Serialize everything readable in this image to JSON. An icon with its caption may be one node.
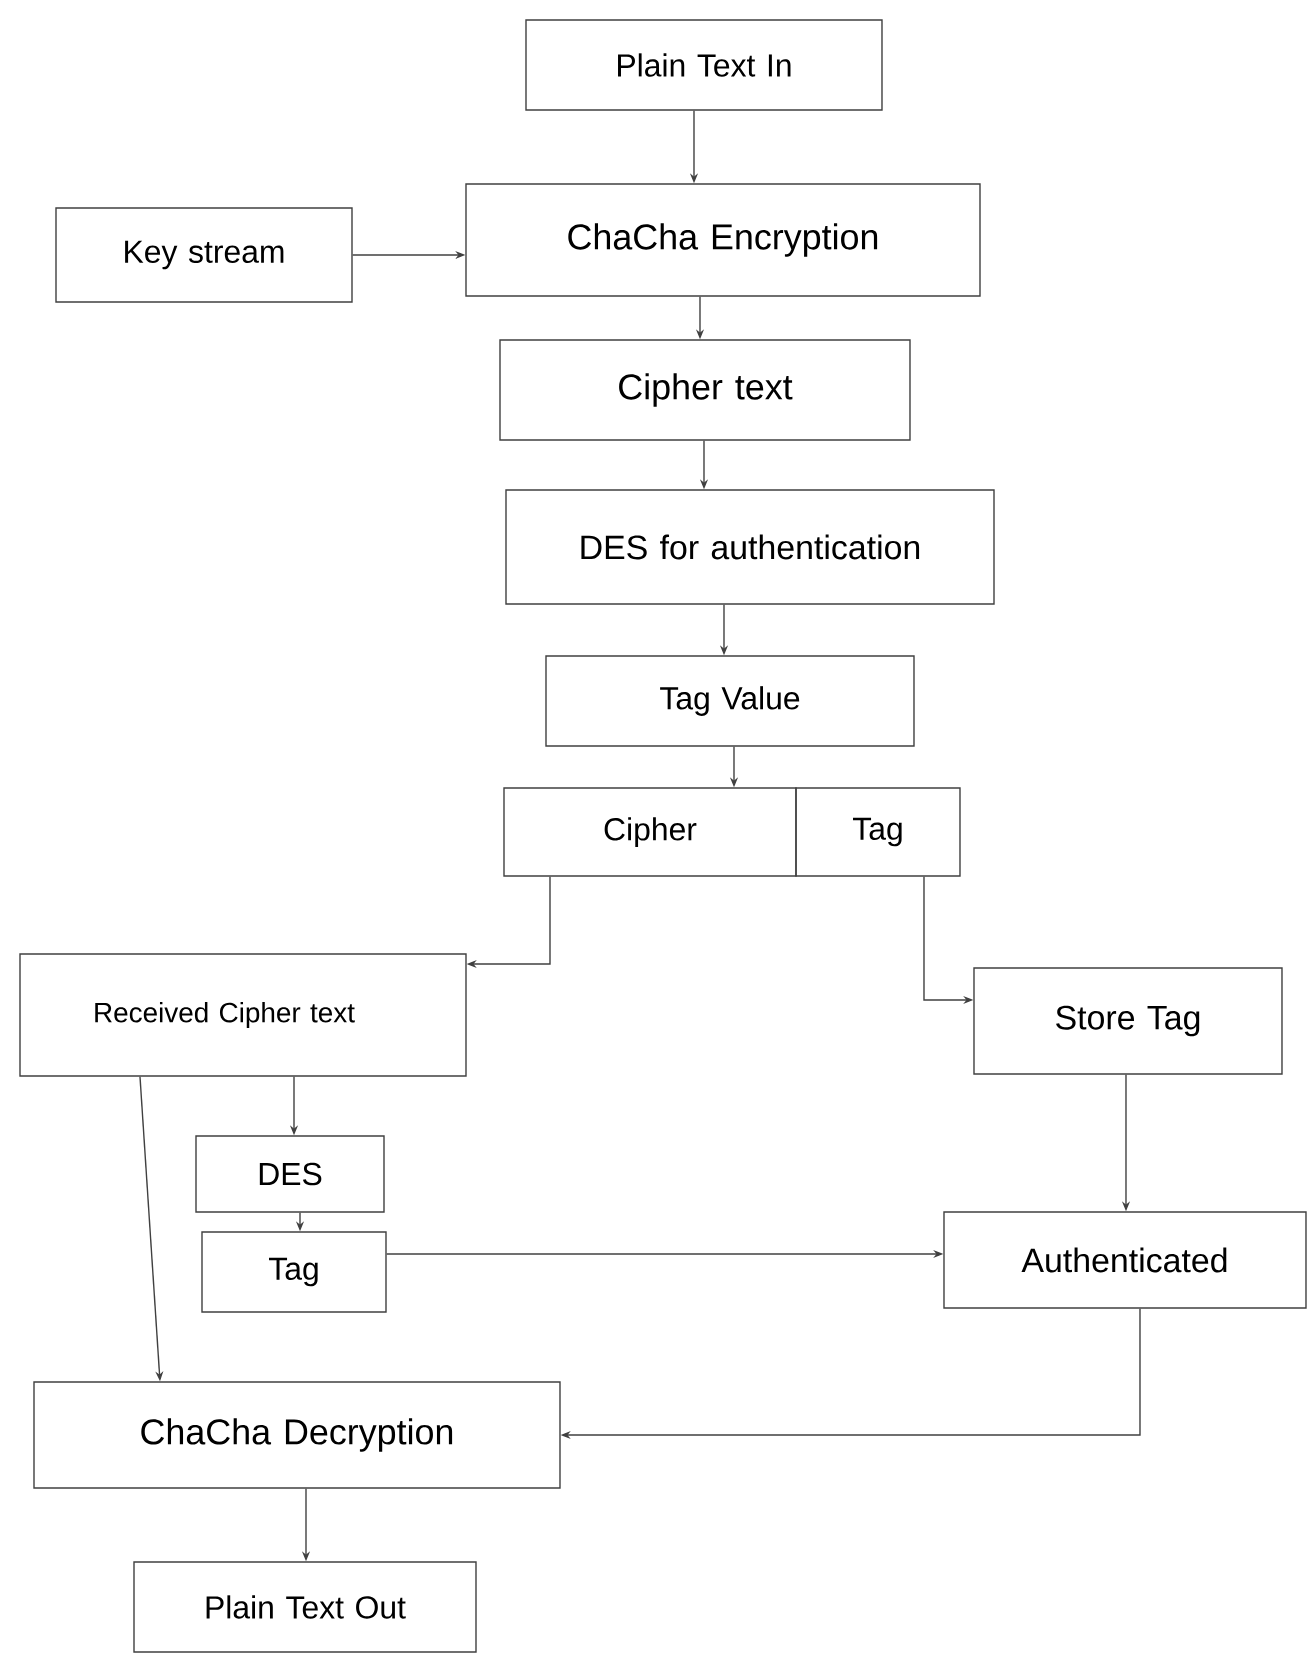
{
  "diagram": {
    "nodes": [
      {
        "text": [
          "Plain Text In"
        ]
      },
      {
        "text": [
          "ChaCha Encryption"
        ]
      },
      {
        "text": [
          "Key stream"
        ]
      },
      {
        "text": [
          "Cipher text"
        ]
      },
      {
        "text": [
          "DES for authentication"
        ]
      },
      {
        "text": [
          "Tag Value"
        ]
      },
      {
        "text": [
          "Cipher"
        ]
      },
      {
        "text": [
          "Tag"
        ]
      },
      {
        "text": [
          "Received Cipher text"
        ]
      },
      {
        "text": [
          "Store Tag"
        ]
      },
      {
        "text": [
          "DES"
        ]
      },
      {
        "text": [
          "Tag"
        ]
      },
      {
        "text": [
          "Authenticated"
        ]
      },
      {
        "text": [
          "ChaCha Decryption"
        ]
      },
      {
        "text": [
          "Plain Text Out"
        ]
      }
    ],
    "edges": [
      {
        "from": 0,
        "to": 1,
        "arrow": "to"
      },
      {
        "from": 2,
        "to": 1,
        "arrow": "to"
      },
      {
        "from": 1,
        "to": 3,
        "arrow": "to"
      },
      {
        "from": 3,
        "to": 4,
        "arrow": "to"
      },
      {
        "from": 4,
        "to": 5,
        "arrow": "to"
      },
      {
        "from": 5,
        "to": 6,
        "arrow": "to"
      },
      {
        "from": 6,
        "to": 8,
        "arrow": "to"
      },
      {
        "from": 7,
        "to": 9,
        "arrow": "to"
      },
      {
        "from": 8,
        "to": 10,
        "arrow": "to"
      },
      {
        "from": 8,
        "to": 13,
        "arrow": "to"
      },
      {
        "from": 10,
        "to": 11,
        "arrow": "to"
      },
      {
        "from": 11,
        "to": 12,
        "arrow": "to"
      },
      {
        "from": 9,
        "to": 12,
        "arrow": "to"
      },
      {
        "from": 12,
        "to": 13,
        "arrow": "to"
      },
      {
        "from": 13,
        "to": 14,
        "arrow": "to"
      }
    ]
  }
}
